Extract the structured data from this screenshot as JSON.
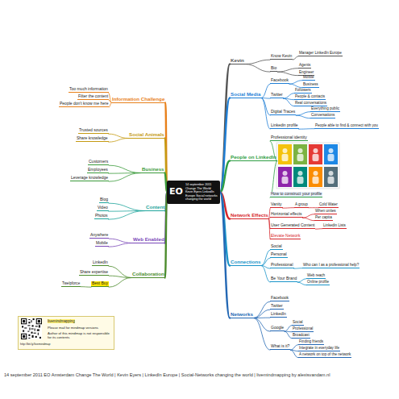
{
  "diagram": {
    "caption": "14 september 2011 EO Amsterdam Change The World | Kevin Eyers | LinkedIn Europe | Social-Networks changing the world | livemindmapping by alexisvandam.nl",
    "nodes": [
      {
        "text": [
          "EO",
          "14 september 2011 Change The World Kevin Eyers LinkedIn Europe Social networks changing the world"
        ]
      },
      {
        "text": [
          "Kevin"
        ]
      },
      {
        "text": [
          "Know Kevin"
        ]
      },
      {
        "text": [
          "Manager LinkedIn Europe"
        ]
      },
      {
        "text": [
          "Bio"
        ]
      },
      {
        "text": [
          "Agents"
        ]
      },
      {
        "text": [
          "Engineer"
        ]
      },
      {
        "text": [
          "Social Media"
        ]
      },
      {
        "text": [
          "Facebook"
        ]
      },
      {
        "text": [
          "Mobile"
        ]
      },
      {
        "text": [
          "Business"
        ]
      },
      {
        "text": [
          "Twitter"
        ]
      },
      {
        "text": [
          "Followers"
        ]
      },
      {
        "text": [
          "People & contacts"
        ]
      },
      {
        "text": [
          "Real conversations"
        ]
      },
      {
        "text": [
          "Digital Traces"
        ]
      },
      {
        "text": [
          "Everything public"
        ]
      },
      {
        "text": [
          "Conversations"
        ]
      },
      {
        "text": [
          "Linkedin profile"
        ]
      },
      {
        "text": [
          "People able to find & connect with you"
        ]
      },
      {
        "text": [
          "People on LinkedIn"
        ]
      },
      {
        "text": [
          "Professional identity"
        ]
      },
      {
        "text": [
          "How to construct your profile"
        ]
      },
      {
        "text": [
          "Network Effects"
        ]
      },
      {
        "text": [
          "Vanity"
        ]
      },
      {
        "text": [
          "A group"
        ]
      },
      {
        "text": [
          "Cold Water"
        ]
      },
      {
        "text": [
          "Horizontal effects"
        ]
      },
      {
        "text": [
          "When unites"
        ]
      },
      {
        "text": [
          "Per capita"
        ]
      },
      {
        "text": [
          "User Generated Content"
        ]
      },
      {
        "text": [
          "Linkedin Lists"
        ]
      },
      {
        "text": [
          "Elevate Network"
        ]
      },
      {
        "text": [
          "Connections"
        ]
      },
      {
        "text": [
          "Social"
        ]
      },
      {
        "text": [
          "Personal"
        ]
      },
      {
        "text": [
          "Professional"
        ]
      },
      {
        "text": [
          "Who can I as a professional help?"
        ]
      },
      {
        "text": [
          "Be Your Brand"
        ]
      },
      {
        "text": [
          "Web reach"
        ]
      },
      {
        "text": [
          "Online profile"
        ]
      },
      {
        "text": [
          "Networks"
        ]
      },
      {
        "text": [
          "Facebook"
        ]
      },
      {
        "text": [
          "Twitter"
        ]
      },
      {
        "text": [
          "LinkedIn"
        ]
      },
      {
        "text": [
          "Google"
        ]
      },
      {
        "text": [
          "Social"
        ]
      },
      {
        "text": [
          "Professional"
        ]
      },
      {
        "text": [
          "Broadcast"
        ]
      },
      {
        "text": [
          "What is it?"
        ]
      },
      {
        "text": [
          "Finding friends"
        ]
      },
      {
        "text": [
          "Integrate in everyday life"
        ]
      },
      {
        "text": [
          "A network on top of the network"
        ]
      },
      {
        "text": [
          "Information Challenge"
        ]
      },
      {
        "text": [
          "Too much information"
        ]
      },
      {
        "text": [
          "Filter the content"
        ]
      },
      {
        "text": [
          "People don't know me here"
        ]
      },
      {
        "text": [
          "Social Animals"
        ]
      },
      {
        "text": [
          "Trusted sources"
        ]
      },
      {
        "text": [
          "Share knowledge"
        ]
      },
      {
        "text": [
          "Business"
        ]
      },
      {
        "text": [
          "Customers"
        ]
      },
      {
        "text": [
          "Employees"
        ]
      },
      {
        "text": [
          "Leverage knowledge"
        ]
      },
      {
        "text": [
          "Content"
        ]
      },
      {
        "text": [
          "Blog"
        ]
      },
      {
        "text": [
          "Video"
        ]
      },
      {
        "text": [
          "Photos"
        ]
      },
      {
        "text": [
          "Web Enabled"
        ]
      },
      {
        "text": [
          "Anywhere"
        ]
      },
      {
        "text": [
          "Mobile"
        ]
      },
      {
        "text": [
          "Collaboration"
        ]
      },
      {
        "text": [
          "LinkedIn"
        ]
      },
      {
        "text": [
          "Share expertise"
        ]
      },
      {
        "text": [
          "Best Buy"
        ]
      },
      {
        "text": [
          "Twelpforce"
        ]
      },
      {
        "text": [
          "http://bit.ly/livemindmap",
          "livemindmapping",
          "Please mail for mindmap versions",
          "Author of this mindmap is not responsible for its contents"
        ]
      }
    ],
    "edges": [
      {
        "from": 0,
        "to": 1,
        "arrow": "none"
      },
      {
        "from": 1,
        "to": 2,
        "arrow": "none"
      },
      {
        "from": 2,
        "to": 3,
        "arrow": "none"
      },
      {
        "from": 1,
        "to": 4,
        "arrow": "none"
      },
      {
        "from": 4,
        "to": 5,
        "arrow": "none"
      },
      {
        "from": 4,
        "to": 6,
        "arrow": "none"
      },
      {
        "from": 0,
        "to": 7,
        "arrow": "none"
      },
      {
        "from": 7,
        "to": 8,
        "arrow": "none"
      },
      {
        "from": 8,
        "to": 9,
        "arrow": "none"
      },
      {
        "from": 8,
        "to": 10,
        "arrow": "none"
      },
      {
        "from": 7,
        "to": 11,
        "arrow": "none"
      },
      {
        "from": 11,
        "to": 12,
        "arrow": "none"
      },
      {
        "from": 11,
        "to": 13,
        "arrow": "none"
      },
      {
        "from": 11,
        "to": 14,
        "arrow": "none"
      },
      {
        "from": 7,
        "to": 15,
        "arrow": "none"
      },
      {
        "from": 15,
        "to": 16,
        "arrow": "none"
      },
      {
        "from": 15,
        "to": 17,
        "arrow": "none"
      },
      {
        "from": 7,
        "to": 18,
        "arrow": "none"
      },
      {
        "from": 18,
        "to": 19,
        "arrow": "none"
      },
      {
        "from": 0,
        "to": 20,
        "arrow": "none"
      },
      {
        "from": 20,
        "to": 21,
        "arrow": "none"
      },
      {
        "from": 20,
        "to": 22,
        "arrow": "none"
      },
      {
        "from": 0,
        "to": 23,
        "arrow": "none"
      },
      {
        "from": 23,
        "to": 24,
        "arrow": "none"
      },
      {
        "from": 24,
        "to": 25,
        "arrow": "none"
      },
      {
        "from": 25,
        "to": 26,
        "arrow": "none"
      },
      {
        "from": 23,
        "to": 27,
        "arrow": "none"
      },
      {
        "from": 27,
        "to": 28,
        "arrow": "none"
      },
      {
        "from": 27,
        "to": 29,
        "arrow": "none"
      },
      {
        "from": 23,
        "to": 30,
        "arrow": "none"
      },
      {
        "from": 30,
        "to": 31,
        "arrow": "none"
      },
      {
        "from": 23,
        "to": 32,
        "arrow": "none"
      },
      {
        "from": 0,
        "to": 33,
        "arrow": "none"
      },
      {
        "from": 33,
        "to": 34,
        "arrow": "none"
      },
      {
        "from": 33,
        "to": 35,
        "arrow": "none"
      },
      {
        "from": 33,
        "to": 36,
        "arrow": "none"
      },
      {
        "from": 36,
        "to": 37,
        "arrow": "none"
      },
      {
        "from": 33,
        "to": 38,
        "arrow": "none"
      },
      {
        "from": 38,
        "to": 39,
        "arrow": "none"
      },
      {
        "from": 38,
        "to": 40,
        "arrow": "none"
      },
      {
        "from": 0,
        "to": 41,
        "arrow": "none"
      },
      {
        "from": 41,
        "to": 42,
        "arrow": "none"
      },
      {
        "from": 41,
        "to": 43,
        "arrow": "none"
      },
      {
        "from": 41,
        "to": 44,
        "arrow": "none"
      },
      {
        "from": 41,
        "to": 45,
        "arrow": "none"
      },
      {
        "from": 45,
        "to": 46,
        "arrow": "none"
      },
      {
        "from": 45,
        "to": 47,
        "arrow": "none"
      },
      {
        "from": 45,
        "to": 48,
        "arrow": "none"
      },
      {
        "from": 41,
        "to": 49,
        "arrow": "none"
      },
      {
        "from": 49,
        "to": 50,
        "arrow": "none"
      },
      {
        "from": 49,
        "to": 51,
        "arrow": "none"
      },
      {
        "from": 49,
        "to": 52,
        "arrow": "none"
      },
      {
        "from": 0,
        "to": 53,
        "arrow": "none"
      },
      {
        "from": 53,
        "to": 54,
        "arrow": "none"
      },
      {
        "from": 53,
        "to": 55,
        "arrow": "none"
      },
      {
        "from": 53,
        "to": 56,
        "arrow": "none"
      },
      {
        "from": 0,
        "to": 57,
        "arrow": "none"
      },
      {
        "from": 57,
        "to": 58,
        "arrow": "none"
      },
      {
        "from": 57,
        "to": 59,
        "arrow": "none"
      },
      {
        "from": 0,
        "to": 60,
        "arrow": "none"
      },
      {
        "from": 60,
        "to": 61,
        "arrow": "none"
      },
      {
        "from": 60,
        "to": 62,
        "arrow": "none"
      },
      {
        "from": 60,
        "to": 63,
        "arrow": "none"
      },
      {
        "from": 0,
        "to": 64,
        "arrow": "none"
      },
      {
        "from": 64,
        "to": 65,
        "arrow": "none"
      },
      {
        "from": 64,
        "to": 66,
        "arrow": "none"
      },
      {
        "from": 64,
        "to": 67,
        "arrow": "none"
      },
      {
        "from": 0,
        "to": 68,
        "arrow": "none"
      },
      {
        "from": 68,
        "to": 69,
        "arrow": "none"
      },
      {
        "from": 68,
        "to": 70,
        "arrow": "none"
      },
      {
        "from": 0,
        "to": 71,
        "arrow": "none"
      },
      {
        "from": 71,
        "to": 72,
        "arrow": "none"
      },
      {
        "from": 71,
        "to": 73,
        "arrow": "none"
      },
      {
        "from": 71,
        "to": 74,
        "arrow": "none"
      },
      {
        "from": 74,
        "to": 75,
        "arrow": "none"
      }
    ]
  }
}
